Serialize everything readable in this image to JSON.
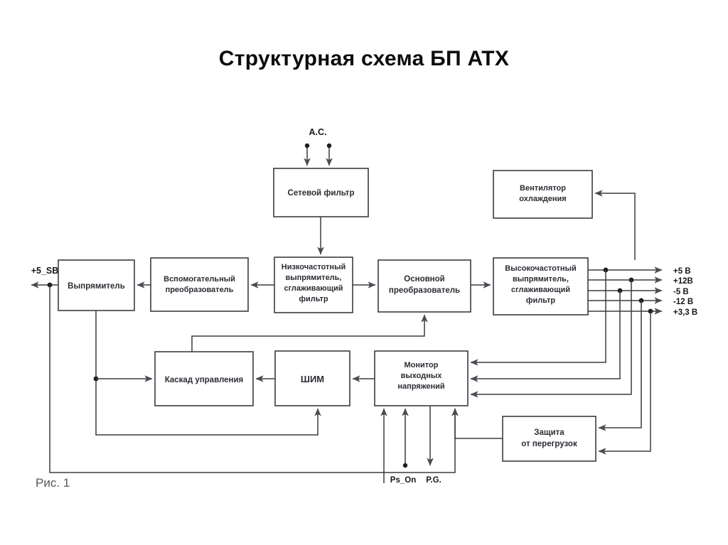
{
  "title": "Структурная схема БП ATX",
  "caption": "Рис. 1",
  "blocks": {
    "line_filter": "Сетевой фильтр",
    "rectifier": "Выпрямитель",
    "aux_converter_l1": "Вспомогательный",
    "aux_converter_l2": "преобразователь",
    "lf_rect_l1": "Низкочастотный",
    "lf_rect_l2": "выпрямитель,",
    "lf_rect_l3": "сглаживающий",
    "lf_rect_l4": "фильтр",
    "main_converter_l1": "Основной",
    "main_converter_l2": "преобразователь",
    "hf_rect_l1": "Высокочастотный",
    "hf_rect_l2": "выпрямитель,",
    "hf_rect_l3": "сглаживающий",
    "hf_rect_l4": "фильтр",
    "fan_l1": "Вентилятор",
    "fan_l2": "охлаждения",
    "control_stage": "Каскад управления",
    "pwm": "ШИМ",
    "monitor_l1": "Монитор",
    "monitor_l2": "выходных",
    "monitor_l3": "напряжений",
    "protection_l1": "Защита",
    "protection_l2": "от перегрузок"
  },
  "io": {
    "ac_input": "A.C.",
    "standby_output": "+5_SB",
    "ps_on": "Ps_On",
    "power_good": "P.G."
  },
  "rails": [
    {
      "label": "+5 В"
    },
    {
      "label": "+12В"
    },
    {
      "label": "-5 В"
    },
    {
      "label": "-12 В"
    },
    {
      "label": "+3,3 В"
    }
  ],
  "colors": {
    "ink": "#3b3b42",
    "text": "#2b2b33",
    "title": "#0d0d0d",
    "caption": "#56565c",
    "background": "#ffffff"
  }
}
